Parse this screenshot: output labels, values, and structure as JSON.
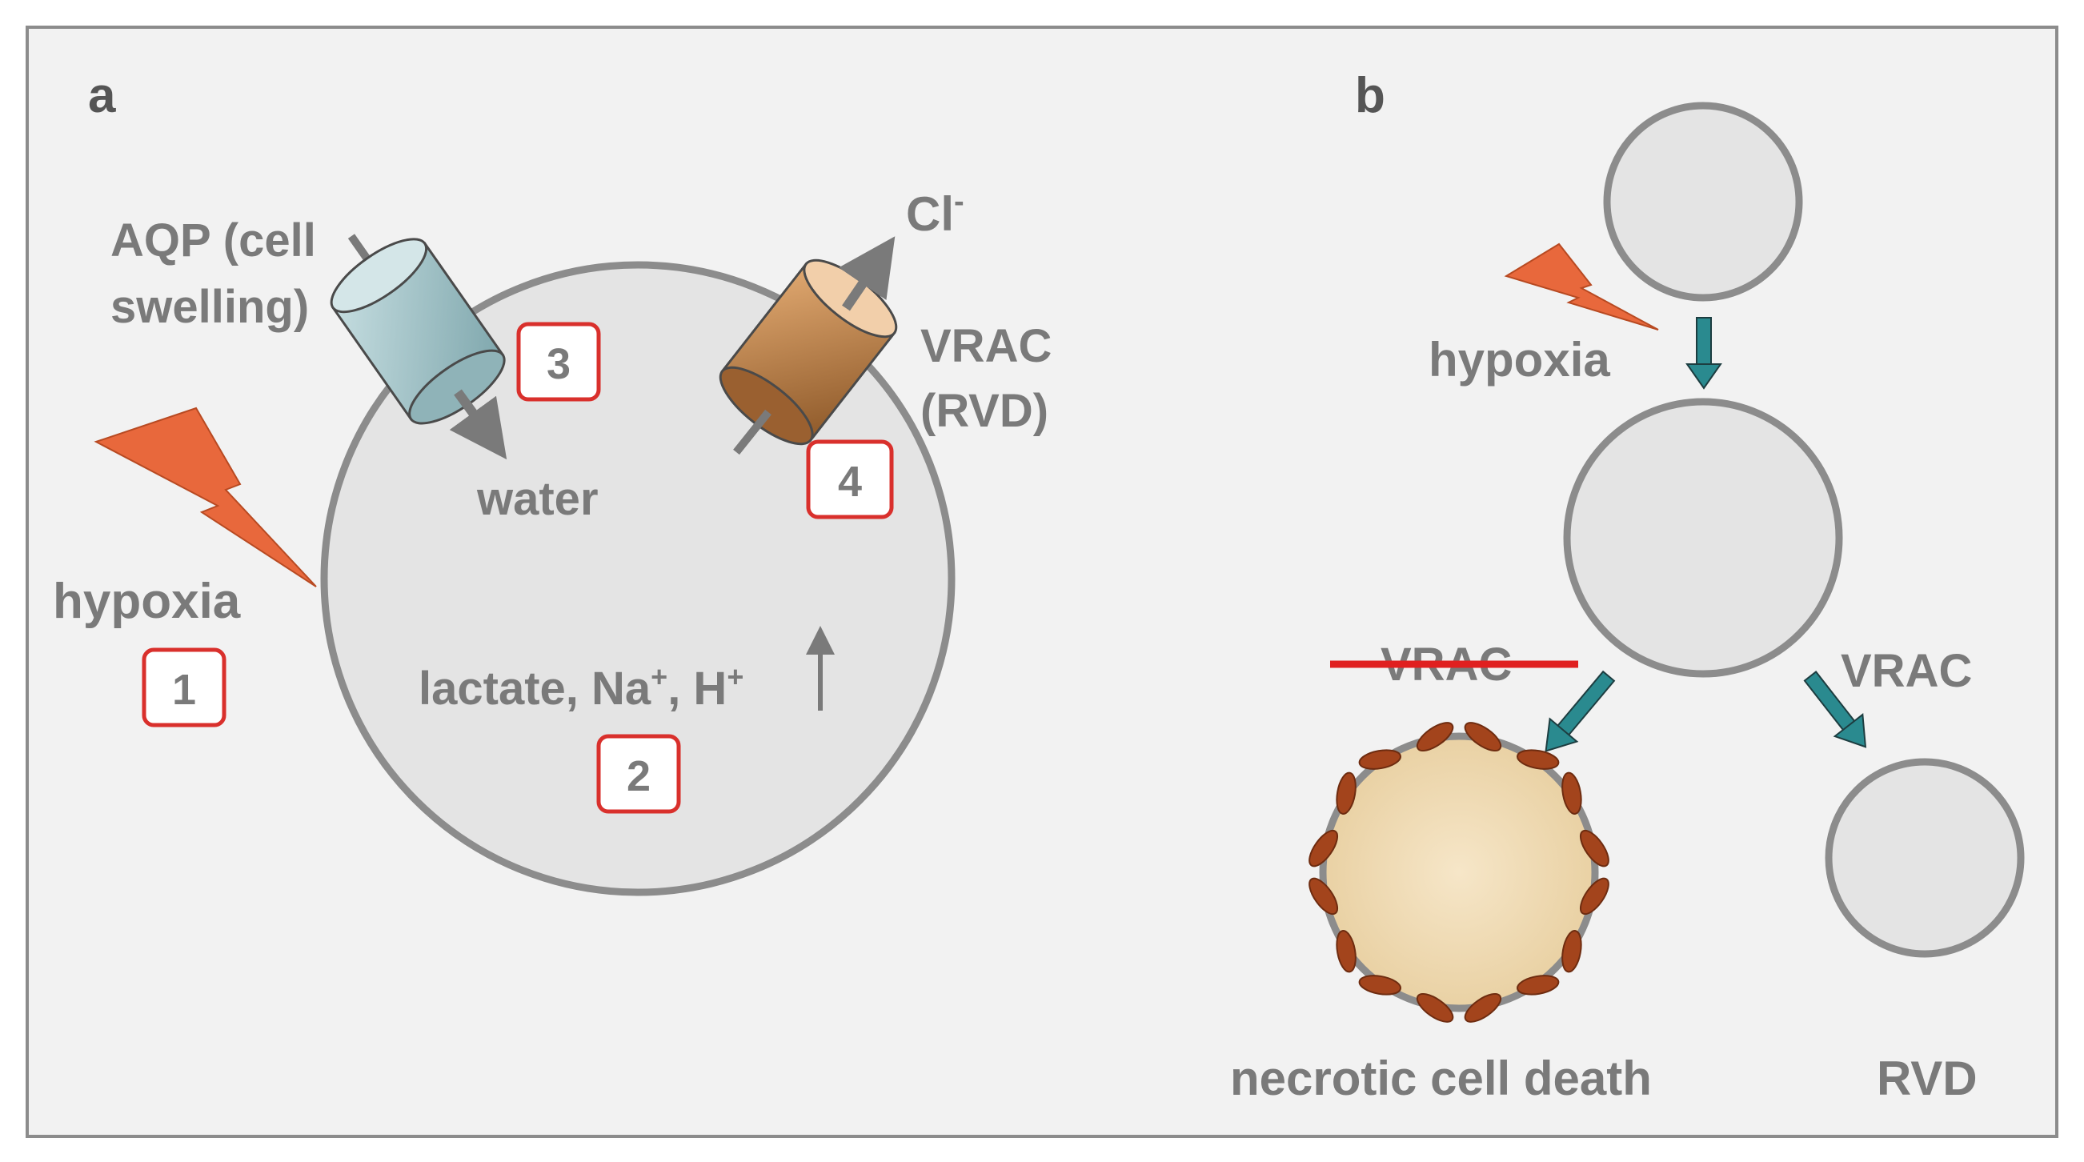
{
  "panel_a": {
    "letter": "a",
    "hypoxia": "hypoxia",
    "aqp_line1": "AQP (cell",
    "aqp_line2": "swelling)",
    "water": "water",
    "chloride": "Cl",
    "chloride_sup": "-",
    "vrac_line1": "VRAC",
    "vrac_line2": "(RVD)",
    "ions": {
      "lactate": "lactate, Na",
      "na_sup": "+",
      "comma": ", H",
      "h_sup": "+"
    },
    "steps": [
      "1",
      "2",
      "3",
      "4"
    ]
  },
  "panel_b": {
    "letter": "b",
    "hypoxia": "hypoxia",
    "vrac_blocked": "VRAC",
    "vrac_active": "VRAC",
    "necrotic": "necrotic cell death",
    "rvd": "RVD"
  },
  "colors": {
    "cell_fill": "#e4e4e4",
    "cell_stroke": "#8c8c8c",
    "bolt": "#e8683c",
    "step_box": "#d9302c",
    "arrow_teal": "#2a8a8f",
    "block_line": "#e02020",
    "aqp_channel": "#a9c7cc",
    "vrac_channel": "#c98a50",
    "necrotic_fill": "#f0dcb8",
    "necrotic_spikes": "#a3441c"
  }
}
